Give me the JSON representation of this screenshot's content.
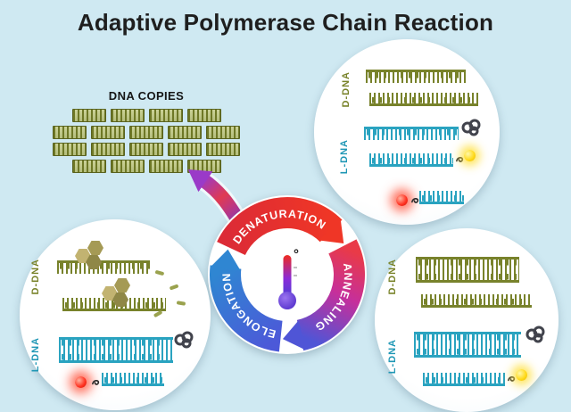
{
  "header": {
    "title": "Adaptive Polymerase Chain Reaction"
  },
  "dna_copies": {
    "label": "DNA COPIES",
    "rows": [
      4,
      5,
      5,
      4
    ]
  },
  "cycle": {
    "phases": [
      {
        "id": "denaturation",
        "label": "DENATURATION",
        "color_start": "#dc2b36",
        "color_end": "#ef3626"
      },
      {
        "id": "annealing",
        "label": "ANNEALING",
        "color_start": "#e93a47",
        "color_mid": "#c62f9b",
        "color_end": "#4f55d6"
      },
      {
        "id": "elongation",
        "label": "ELONGATION",
        "color_start": "#4c59d8",
        "color_end": "#2f86d2"
      }
    ],
    "thermometer": {
      "degree_symbol": "°"
    }
  },
  "bubbles": {
    "top_right": {
      "d_label": "D-DNA",
      "l_label": "L-DNA"
    },
    "bottom_left": {
      "d_label": "D-DNA",
      "l_label": "L-DNA"
    },
    "bottom_right": {
      "d_label": "D-DNA",
      "l_label": "L-DNA"
    }
  },
  "colors": {
    "background": "#cfe9f2",
    "d_dna_olive": "#78822b",
    "l_dna_teal": "#2aa3c0",
    "bubble_white": "#ffffff",
    "denaturation_red": "#e9332c",
    "annealing_magenta": "#c62f9b",
    "elongation_blue": "#3a6fd8",
    "breakout_arrow_purple": "#9a3ac8",
    "breakout_arrow_red": "#e03a52",
    "fluorophore_yellow": "#ffd816",
    "fluorophore_red": "#ff2f1e",
    "hexagon_tan": "#b0a45e"
  },
  "icons": {
    "knot": "polymerase-knot-icon",
    "yellow_dot": "fluorophore-yellow-icon",
    "red_dot": "fluorophore-red-icon",
    "hexagons": "monomer-hexagon-icon",
    "thermometer": "thermometer-icon",
    "cycle_arrow": "cycle-breakout-arrow-icon"
  }
}
